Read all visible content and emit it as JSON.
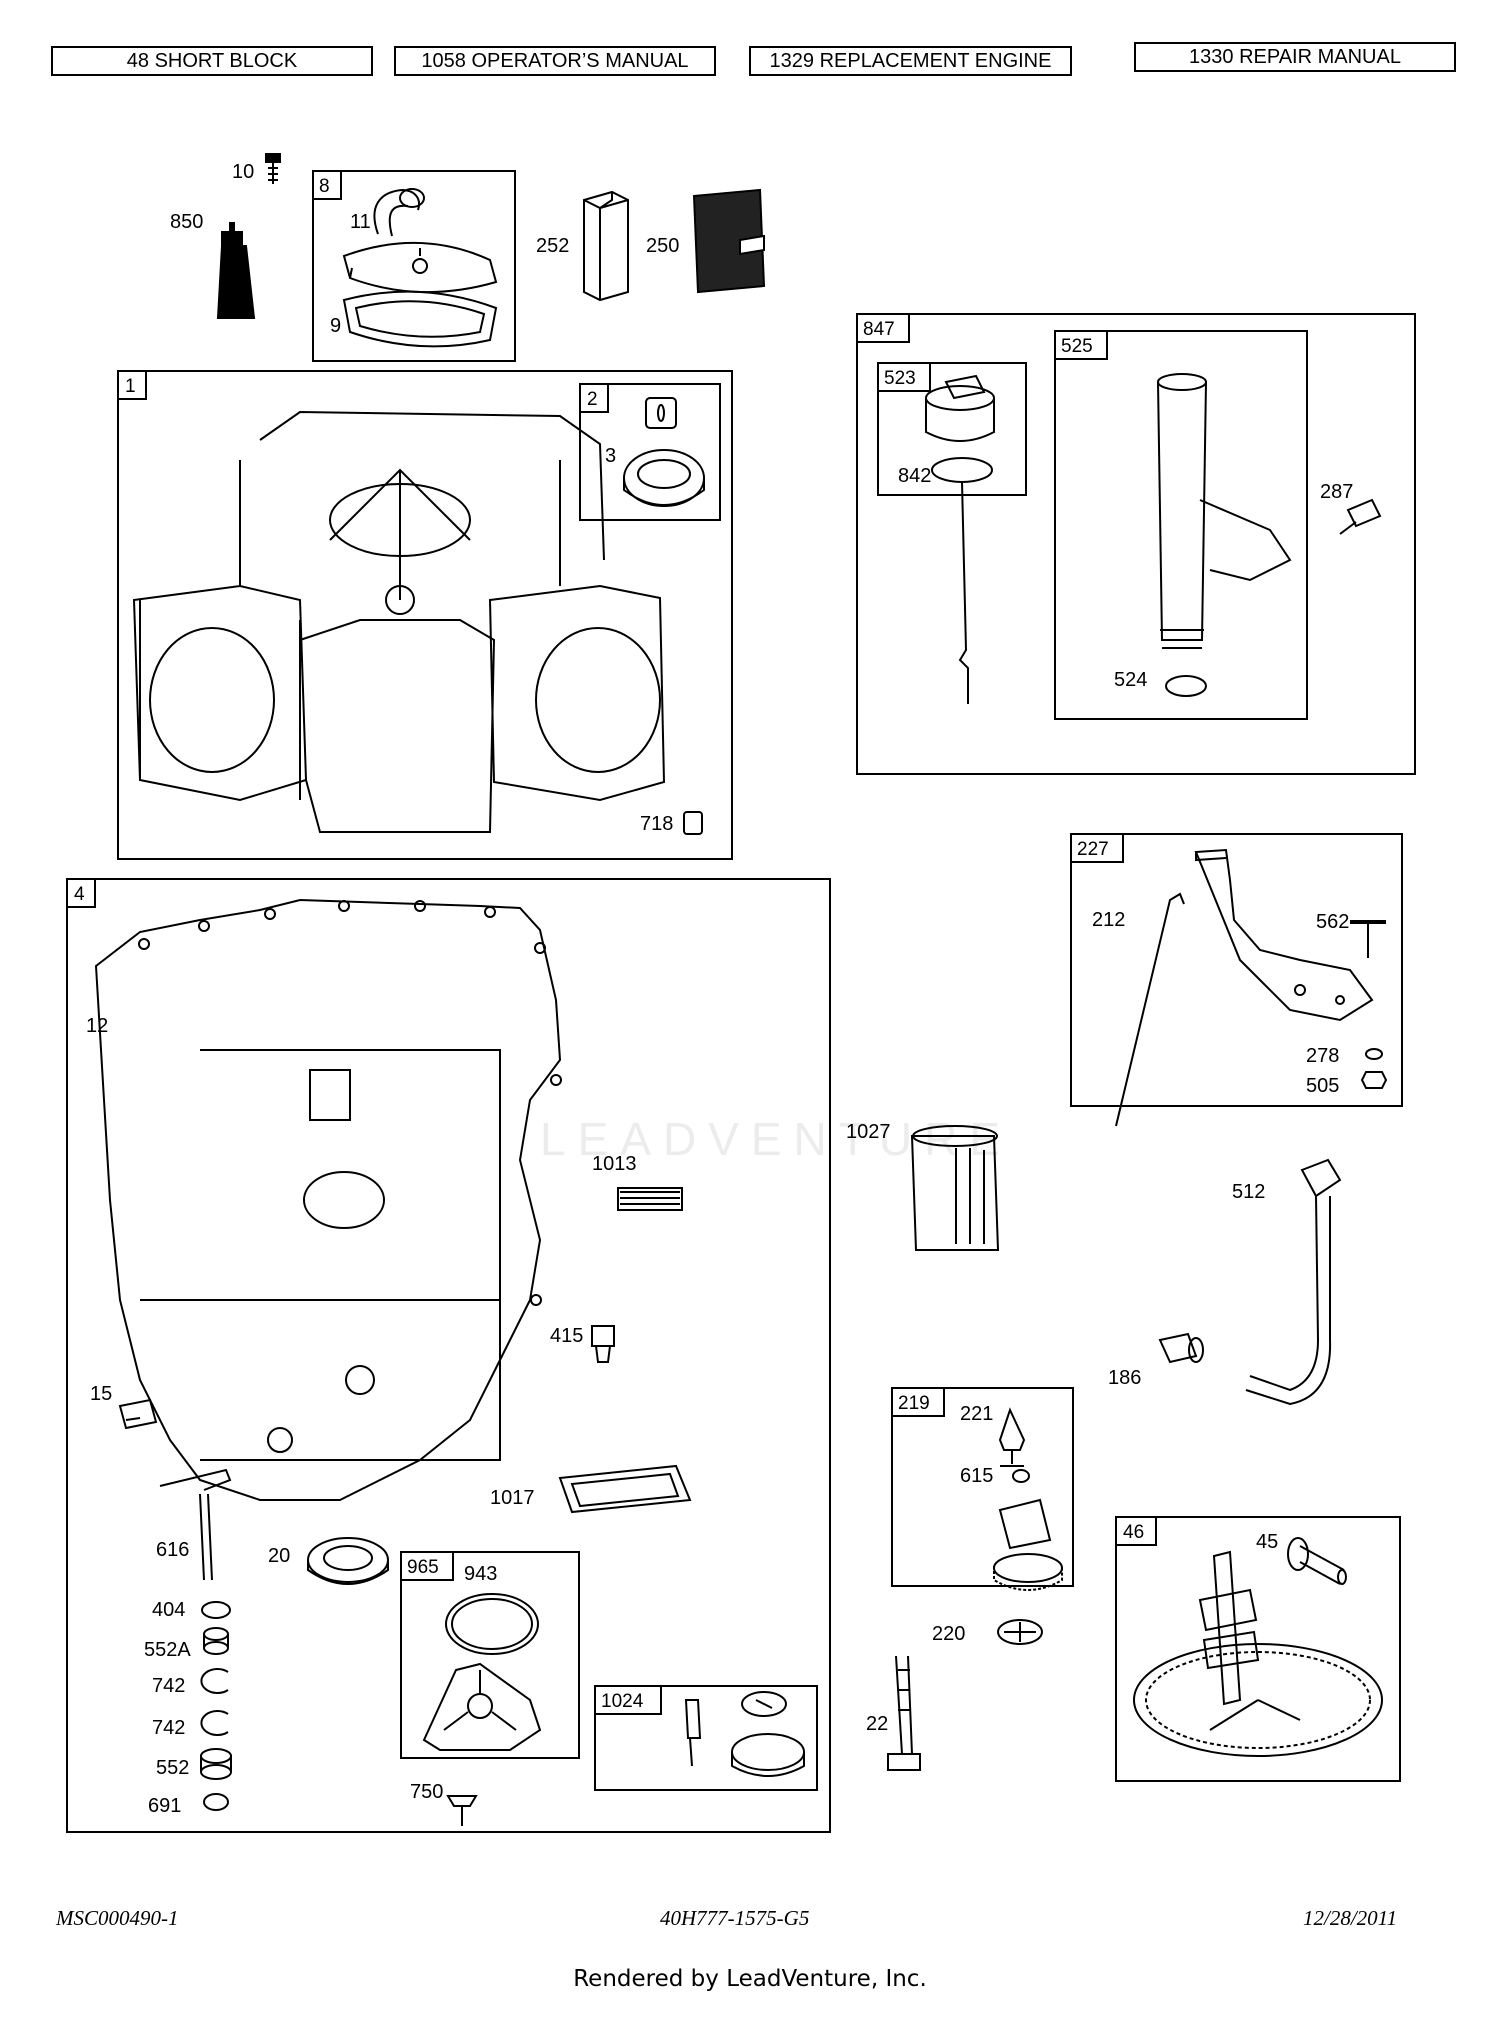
{
  "header": {
    "buttons": [
      {
        "label": "48 SHORT BLOCK"
      },
      {
        "label": "1058 OPERATOR’S MANUAL"
      },
      {
        "label": "1329 REPLACEMENT ENGINE"
      },
      {
        "label": "1330 REPAIR MANUAL"
      }
    ]
  },
  "watermark": "LEADVENTURE",
  "boxes": {
    "b8": "8",
    "b1": "1",
    "b2": "2",
    "b847": "847",
    "b523": "523",
    "b525": "525",
    "b227": "227",
    "b4": "4",
    "b219": "219",
    "b46": "46",
    "b965": "965",
    "b1024": "1024"
  },
  "parts": {
    "p10": "10",
    "p850": "850",
    "p11": "11",
    "p9": "9",
    "p252": "252",
    "p250": "250",
    "p3": "3",
    "p718": "718",
    "p842": "842",
    "p287": "287",
    "p524": "524",
    "p212": "212",
    "p562": "562",
    "p278": "278",
    "p505": "505",
    "p12": "12",
    "p1013": "1013",
    "p1027": "1027",
    "p512": "512",
    "p415": "415",
    "p186": "186",
    "p15": "15",
    "p221": "221",
    "p615": "615",
    "p1017": "1017",
    "p616": "616",
    "p20": "20",
    "p943": "943",
    "p45": "45",
    "p404": "404",
    "p552A": "552A",
    "p742a": "742",
    "p742b": "742",
    "p552": "552",
    "p691": "691",
    "p750": "750",
    "p220": "220",
    "p22": "22"
  },
  "footer": {
    "left": "MSC000490-1",
    "center": "40H777-1575-G5",
    "right": "12/28/2011",
    "rendered": "Rendered by LeadVenture, Inc."
  }
}
